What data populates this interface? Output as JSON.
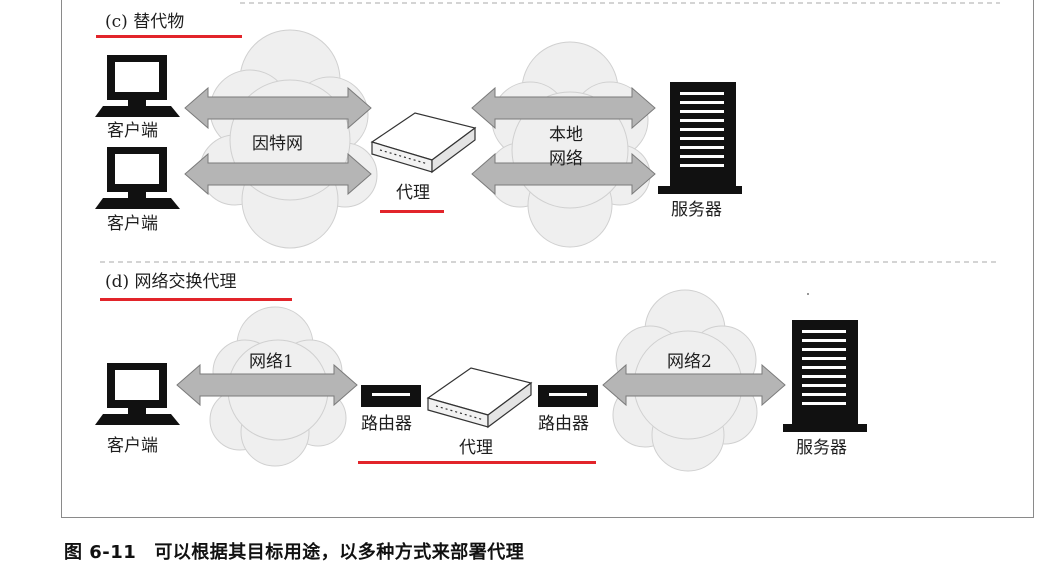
{
  "section_c": {
    "title": "(c) 替代物",
    "client_labels": [
      "客户端",
      "客户端"
    ],
    "internet_label": "因特网",
    "proxy_label": "代理",
    "local_network_label": [
      "本地",
      "网络"
    ],
    "server_label": "服务器"
  },
  "section_d": {
    "title": "(d) 网络交换代理",
    "client_label": "客户端",
    "network1_label": "网络1",
    "router_left_label": "路由器",
    "router_right_label": "路由器",
    "proxy_label": "代理",
    "network2_label": "网络2",
    "server_label": "服务器"
  },
  "caption": {
    "number": "图 6-11",
    "text": "可以根据其目标用途，以多种方式来部署代理"
  },
  "colors": {
    "highlight_underline": "#e2242a",
    "arrow_fill": "#b5b5b5",
    "cloud_fill": "#efefef"
  }
}
